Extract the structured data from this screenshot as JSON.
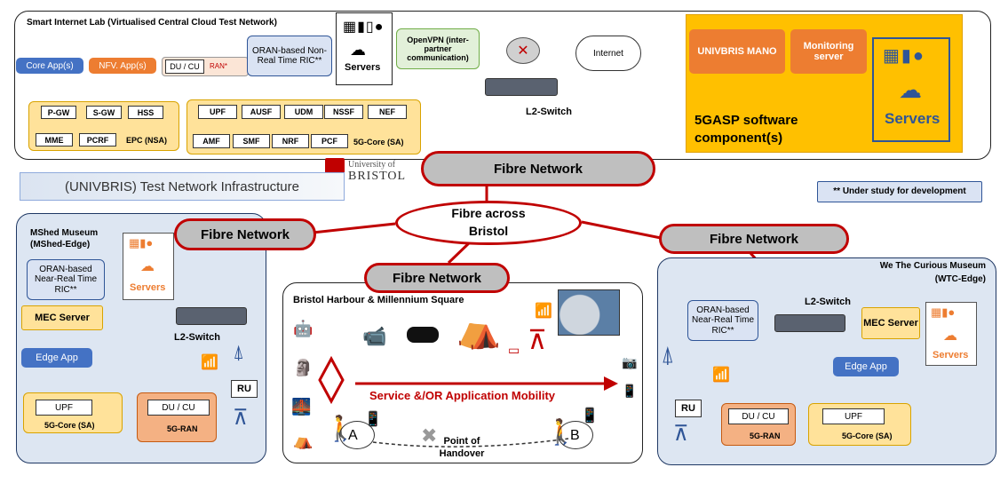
{
  "top_panel": {
    "title": "Smart Internet Lab (Virtualised Central Cloud Test Network)",
    "core_apps": "Core App(s)",
    "nfv_apps": "NFV. App(s)",
    "du_cu": "DU / CU",
    "ran": "RAN*",
    "oran_ric": "ORAN-based Non-Real Time RIC**",
    "servers": "Servers",
    "openvpn": "OpenVPN (inter-partner communication)",
    "internet": "Internet",
    "l2_switch": "L2-Switch",
    "epc_title": "EPC (NSA)",
    "epc_items": [
      "P-GW",
      "S-GW",
      "HSS",
      "MME",
      "PCRF"
    ],
    "core5g_title": "5G-Core (SA)",
    "core5g_items": [
      "UPF",
      "AUSF",
      "UDM",
      "NSSF",
      "NEF",
      "AMF",
      "SMF",
      "NRF",
      "PCF"
    ],
    "fivegasp": {
      "mano": "UNIVBRIS MANO",
      "monitoring": "Monitoring server",
      "label": "5GASP software component(s)",
      "servers": "Servers"
    }
  },
  "university_logo": {
    "line1": "University of",
    "line2": "BRISTOL"
  },
  "infra_title": "(UNIVBRIS) Test Network Infrastructure",
  "under_study": "** Under study for development",
  "fibre_network": "Fibre Network",
  "fibre_across": "Fibre across Bristol",
  "mshed": {
    "title": "MShed Museum (MShed-Edge)",
    "oran_ric": "ORAN-based Near-Real Time RIC**",
    "servers": "Servers",
    "mec": "MEC Server",
    "l2_switch": "L2-Switch",
    "edge_app": "Edge App",
    "ru": "RU",
    "upf": "UPF",
    "core": "5G-Core (SA)",
    "du_cu": "DU / CU",
    "ran": "5G-RAN"
  },
  "harbour": {
    "title": "Bristol Harbour & Millennium Square",
    "mobility": "Service &/OR Application Mobility",
    "user_a": "A",
    "user_b": "B",
    "handover": "Point of Handover"
  },
  "wtc": {
    "title": "We The Curious Museum (WTC-Edge)",
    "oran_ric": "ORAN-based Near-Real Time RIC**",
    "l2_switch": "L2-Switch",
    "mec": "MEC Server",
    "servers": "Servers",
    "edge_app": "Edge App",
    "ru": "RU",
    "du_cu": "DU / CU",
    "ran": "5G-RAN",
    "upf": "UPF",
    "core": "5G-Core (SA)"
  },
  "colors": {
    "fibre_border": "#c00000",
    "fibre_fill": "#bfbfbf",
    "edge_panel": "#dde6f2",
    "gold_panel": "#ffc000",
    "accent_orange": "#ed7d31",
    "accent_blue": "#4472c4",
    "link_purple": "#7030a0"
  }
}
